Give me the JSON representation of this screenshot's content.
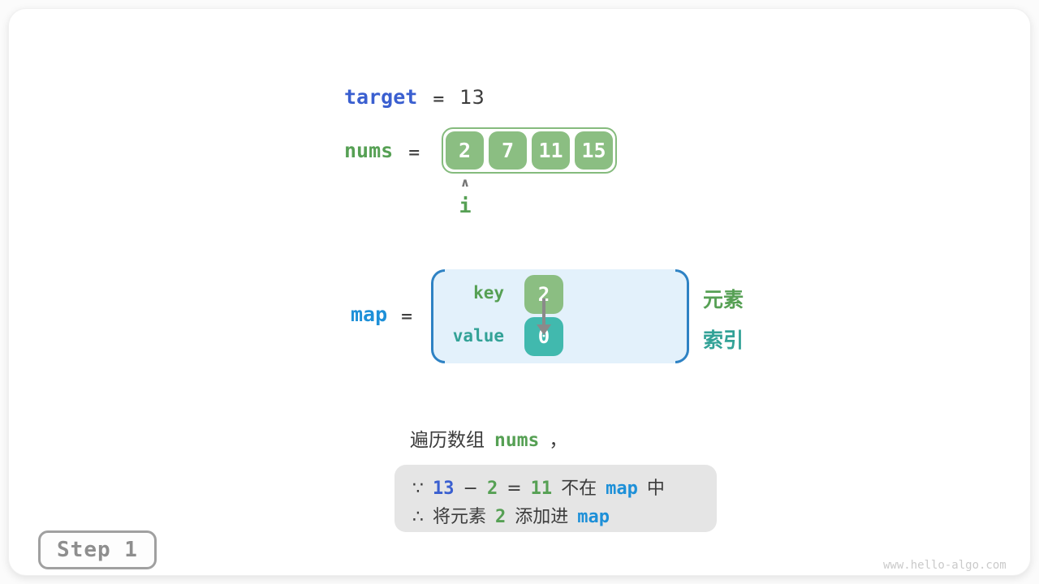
{
  "colors": {
    "array_green": "#8bbe82",
    "teal_box": "#41b9ae",
    "green_text": "#56a054",
    "teal_text": "#33a297",
    "royal_blue": "#3a5fd0",
    "azure_blue": "#1e90d8",
    "bracket_blue": "#2e82c4",
    "map_bg": "#e3f1fb",
    "note_bg": "#e5e5e5"
  },
  "target": {
    "label": "target",
    "equals": "=",
    "value": "13"
  },
  "nums": {
    "label": "nums",
    "equals": "=",
    "cells": [
      "2",
      "7",
      "11",
      "15"
    ],
    "pointer": {
      "caret": "∧",
      "label": "i"
    }
  },
  "map": {
    "label": "map",
    "equals": "=",
    "key_label": "key",
    "key_value": "2",
    "value_label": "value",
    "value_value": "0",
    "legend_element": "元素",
    "legend_index": "索引"
  },
  "caption": {
    "prefix": "遍历数组",
    "code": "nums",
    "suffix": "，"
  },
  "note": {
    "line1": [
      {
        "t": "∵"
      },
      {
        "t": "13"
      },
      {
        "t": "−"
      },
      {
        "t": "2"
      },
      {
        "t": "="
      },
      {
        "t": "11"
      },
      {
        "t": "不在"
      },
      {
        "t": "map"
      },
      {
        "t": "中"
      }
    ],
    "line2": [
      {
        "t": "∴"
      },
      {
        "t": "将元素"
      },
      {
        "t": "2"
      },
      {
        "t": "添加进"
      },
      {
        "t": "map"
      }
    ]
  },
  "step": {
    "label": "Step 1"
  },
  "watermark": "www.hello-algo.com"
}
